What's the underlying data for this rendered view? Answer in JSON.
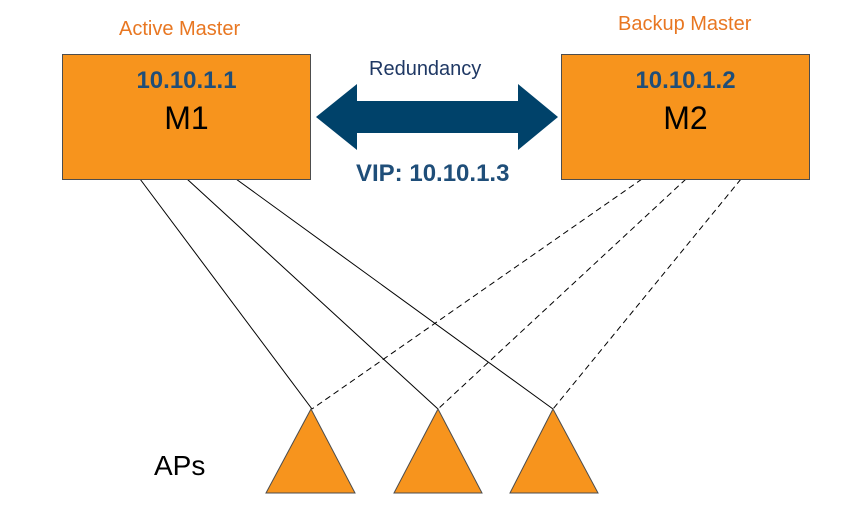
{
  "labels": {
    "active_master": "Active Master",
    "backup_master": "Backup Master",
    "redundancy": "Redundancy",
    "vip": "VIP: 10.10.1.3",
    "aps": "APs"
  },
  "nodes": [
    {
      "ip": "10.10.1.1",
      "name": "M1"
    },
    {
      "ip": "10.10.1.2",
      "name": "M2"
    }
  ],
  "access_points": 3,
  "connections": {
    "M1": "solid",
    "M2": "dashed"
  },
  "colors": {
    "node_fill": "#f7941d",
    "node_border": "#4d4d4d",
    "ip_text": "#1f4e79",
    "role_label": "#e87722",
    "arrow": "#00426a",
    "redundancy_text": "#1f3864",
    "link_line": "#000000"
  }
}
